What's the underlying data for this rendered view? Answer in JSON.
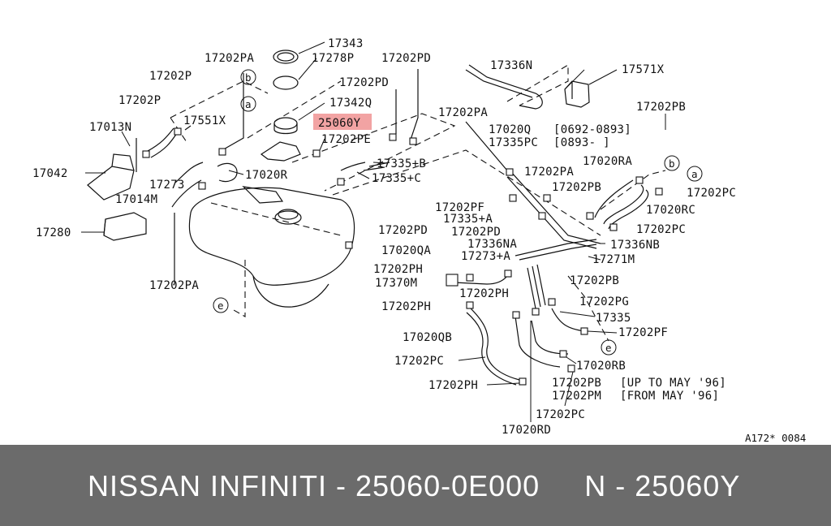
{
  "labels": {
    "p17343": "17343",
    "p17278P": "17278P",
    "p17202PA_1": "17202PA",
    "p17202PD_1": "17202PD",
    "p17336N": "17336N",
    "p17571X": "17571X",
    "p17202P_1": "17202P",
    "p17202PD_2": "17202PD",
    "p17342Q": "17342Q",
    "p17202P_2": "17202P",
    "p17202PA_2": "17202PA",
    "p17202PB_1": "17202PB",
    "p25060Y": "25060Y",
    "p17013N": "17013N",
    "p17551X": "17551X",
    "p17020Q": "17020Q",
    "p0692_0893": "[0692-0893]",
    "p17202PE": "17202PE",
    "p17335PC": "17335PC",
    "p0893": "[0893-    ]",
    "p17335B": "17335+B",
    "p17020RA": "17020RA",
    "p17042": "17042",
    "p17020R": "17020R",
    "p17202PA_3": "17202PA",
    "p17335C": "17335+C",
    "p17273": "17273",
    "p17202PB_2": "17202PB",
    "p17202PC_1": "17202PC",
    "p17014M": "17014M",
    "p17202PF_1": "17202PF",
    "p17020RC": "17020RC",
    "p17335A": "17335+A",
    "p17280": "17280",
    "p17202PD_3": "17202PD",
    "p17202PC_2": "17202PC",
    "p17202PD_4": "17202PD",
    "p17336NA": "17336NA",
    "p17336NB": "17336NB",
    "p17020QA": "17020QA",
    "p17273A": "17273+A",
    "p17271M": "17271M",
    "p17202PH_1": "17202PH",
    "p17202PA_4": "17202PA",
    "p17202PB_3": "17202PB",
    "p17370M": "17370M",
    "p17202PH_2": "17202PH",
    "p17202PG": "17202PG",
    "p17202PH_3": "17202PH",
    "p17335": "17335",
    "p17202PF_2": "17202PF",
    "p17020QB": "17020QB",
    "p17020RB": "17020RB",
    "p17202PC_3": "17202PC",
    "p17202PH_4": "17202PH",
    "p17202PB_4": "17202PB",
    "up_to": "[UP TO MAY '96]",
    "p17202PM": "17202PM",
    "from": "[FROM MAY '96]",
    "p17202PC_4": "17202PC",
    "p17020RD": "17020RD",
    "ref_code": "A172* 0084"
  },
  "markers": {
    "a": "a",
    "b": "b",
    "e": "e"
  },
  "footer": {
    "brand": "NISSAN INFINITI",
    "part_number": "25060-0E000",
    "ref": "N - 25060Y",
    "full": "NISSAN INFINITI - 25060-0E000     N - 25060Y"
  },
  "colors": {
    "highlight": "#f2a3a3",
    "footer_bg": "#6b6b6b",
    "footer_text": "#ffffff"
  }
}
